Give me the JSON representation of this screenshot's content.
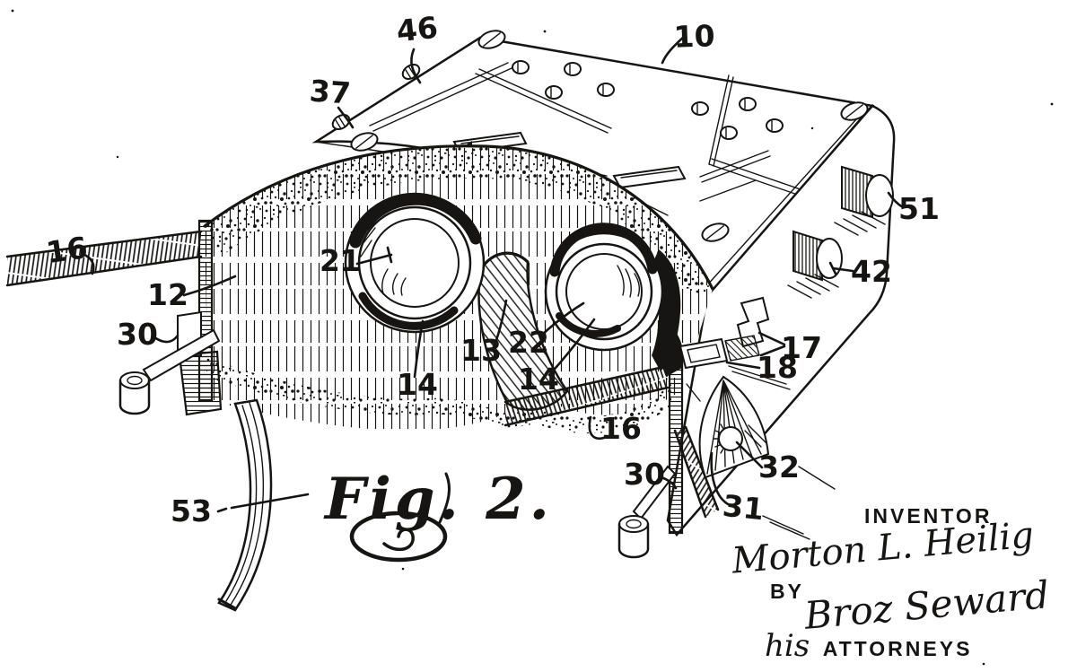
{
  "figure": {
    "label": "Fig. 2."
  },
  "ref_labels": [
    {
      "text": "10"
    },
    {
      "text": "46"
    },
    {
      "text": "37"
    },
    {
      "text": "16"
    },
    {
      "text": "12"
    },
    {
      "text": "21"
    },
    {
      "text": "30"
    },
    {
      "text": "13"
    },
    {
      "text": "22"
    },
    {
      "text": "14"
    },
    {
      "text": "14"
    },
    {
      "text": "16"
    },
    {
      "text": "30"
    },
    {
      "text": "31"
    },
    {
      "text": "32"
    },
    {
      "text": "17"
    },
    {
      "text": "18"
    },
    {
      "text": "51"
    },
    {
      "text": "42"
    },
    {
      "text": "53"
    }
  ],
  "signature_block": {
    "inventor_caption": "INVENTOR",
    "inventor_name": "Morton L. Heilig",
    "by_caption": "BY",
    "attorney_signature": "Broz Seward",
    "his": "his",
    "attorneys_caption": "ATTORNEYS"
  },
  "colors": {
    "ink": "#171513",
    "paper": "#ffffff"
  }
}
